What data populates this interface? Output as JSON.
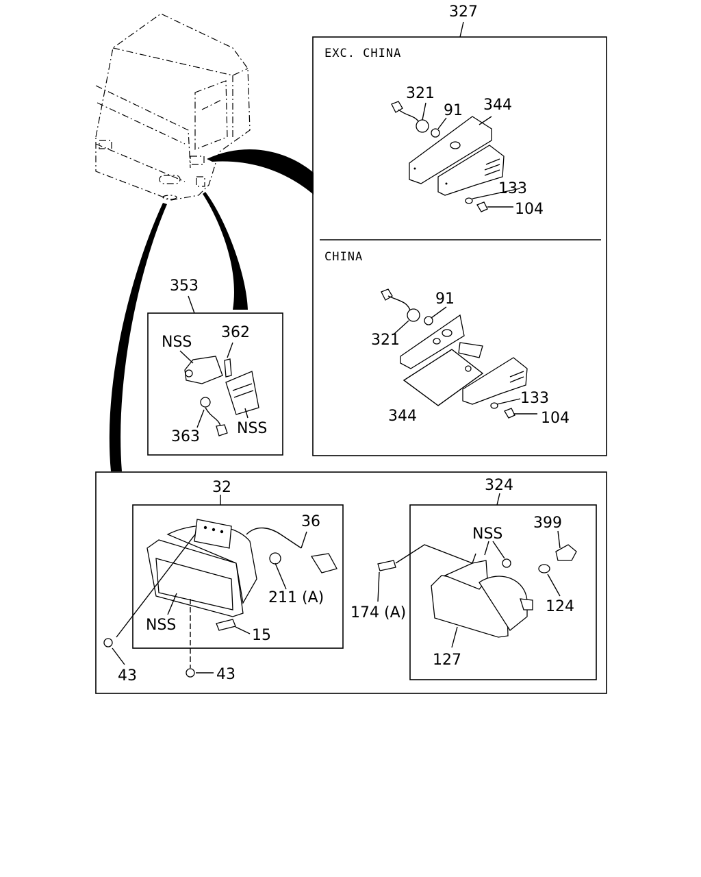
{
  "sections": {
    "exc_china": "EXC. CHINA",
    "china": "CHINA"
  },
  "callouts": {
    "c327": "327",
    "c321a": "321",
    "c91a": "91",
    "c344a": "344",
    "c133a": "133",
    "c104a": "104",
    "c91b": "91",
    "c321b": "321",
    "c344b": "344",
    "c133b": "133",
    "c104b": "104",
    "c353": "353",
    "nss1": "NSS",
    "c362": "362",
    "c363": "363",
    "nss2": "NSS",
    "c32": "32",
    "c36": "36",
    "c211": "211 (A)",
    "nss3": "NSS",
    "c15": "15",
    "c43a": "43",
    "c43b": "43",
    "c324": "324",
    "nss4": "NSS",
    "c399": "399",
    "c174": "174 (A)",
    "c124": "124",
    "c127": "127"
  }
}
